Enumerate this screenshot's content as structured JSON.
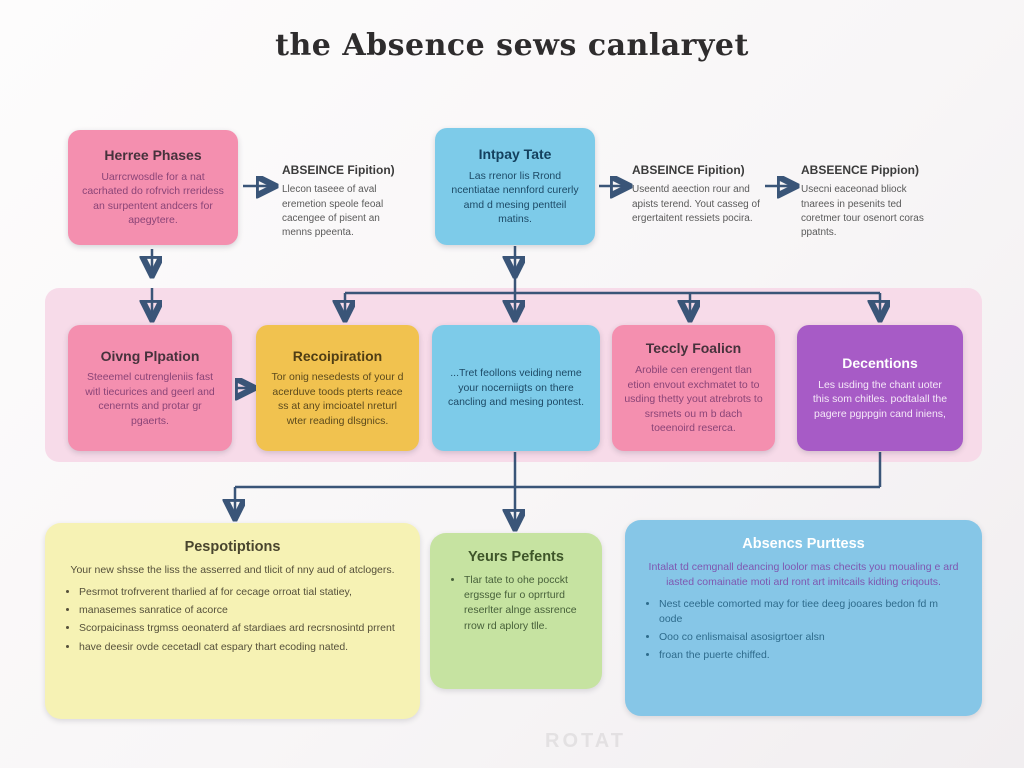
{
  "title": "the Absence sews canlaryet",
  "watermark": "ROTAT",
  "colors": {
    "arrow": "#3a5578",
    "pink_box": "#f48faf",
    "blue_box": "#7dcbe9",
    "yellow_box": "#f1c24f",
    "purple_box": "#a75bc6",
    "band": "#f7dbe9",
    "bottom_yellow": "#f6f2b4",
    "bottom_green": "#c6e3a1",
    "bottom_blue": "#86c6e7"
  },
  "top_row": {
    "phase_box": {
      "heading": "Herree Phases",
      "body": "Uarrcrwosdle for a nat cacrhated do rofrvich rreridess an surpentent andcers for apegytere."
    },
    "note_1": {
      "heading": "ABSEINCE Fipition)",
      "body": "Llecon taseee of aval eremetion speole feoal cacengee of pisent an menns ppeenta."
    },
    "intake_box": {
      "heading": "Intpay Tate",
      "body": "Las rrenor lis Rrond ncentiatae nennford curerly amd d mesing pentteil matins."
    },
    "note_2": {
      "heading": "ABSEINCE Fipition)",
      "body": "Useentd aeection rour and apists terend. Yout casseg of ergertaitent ressiets pocira."
    },
    "note_3": {
      "heading": "ABSEENCE Pippion)",
      "body": "Usecni eaceonad bliock tnarees in pesenits ted coretmer tour osenort coras ppatnts."
    }
  },
  "middle_row": {
    "box_1": {
      "heading": "Oivng Plpation",
      "body": "Steeemel cutrengleniis fast witl tiecurices and geerl and cenernts and protar gr pgaerts."
    },
    "box_2": {
      "heading": "Recoipiration",
      "body": "Tor onig nesedests of your d acerduve toods pterts reace ss at any imcioatel nreturl wter reading dlsgnics."
    },
    "box_3": {
      "body": "...Tret feollons veiding neme your nocerniigts on there cancling and mesing pontest."
    },
    "box_4": {
      "heading": "Teccly Foalicn",
      "body": "Arobile cen erengent tlan etion envout exchmatet to to usding thetty yout atrebrots to srsmets ou m b dach toeenoird reserca."
    },
    "box_5": {
      "heading": "Decentions",
      "body": "Les usding the chant uoter this som chitles. podtalall the pagere pgppgin cand iniens,"
    }
  },
  "bottom_row": {
    "box_1": {
      "heading": "Pespotiptions",
      "intro": "Your new shsse the liss the asserred and tlicit of nny aud of atclogers.",
      "bullets": [
        "Pesrmot trofrverent tharlied af for cecage orroat tial statiey,",
        "manasemes sanratice of acorce",
        "Scorpaicinass trgmss oeonaterd af stardiaes ard recrsnosintd prrent",
        "have deesir ovde cecetadl cat espary thart ecoding nated."
      ]
    },
    "box_2": {
      "heading": "Yeurs Pefents",
      "bullets": [
        "Tlar tate to ohe pocckt ergssge fur o oprrturd reserlter alnge assrence rrow rd aplory tlle."
      ]
    },
    "box_3": {
      "heading": "Absencs Purttess",
      "intro": "Intalat td cemgnall deancing loolor mas checits you moualing e ard iasted comainatie moti ard ront art imitcails kidting criqouts.",
      "bullets": [
        "Nest ceeble comorted may for tiee deeg jooares bedon fd m oode",
        "Ooo co enlismaisal asosigrtoer alsn",
        "froan the puerte chiffed."
      ]
    }
  }
}
